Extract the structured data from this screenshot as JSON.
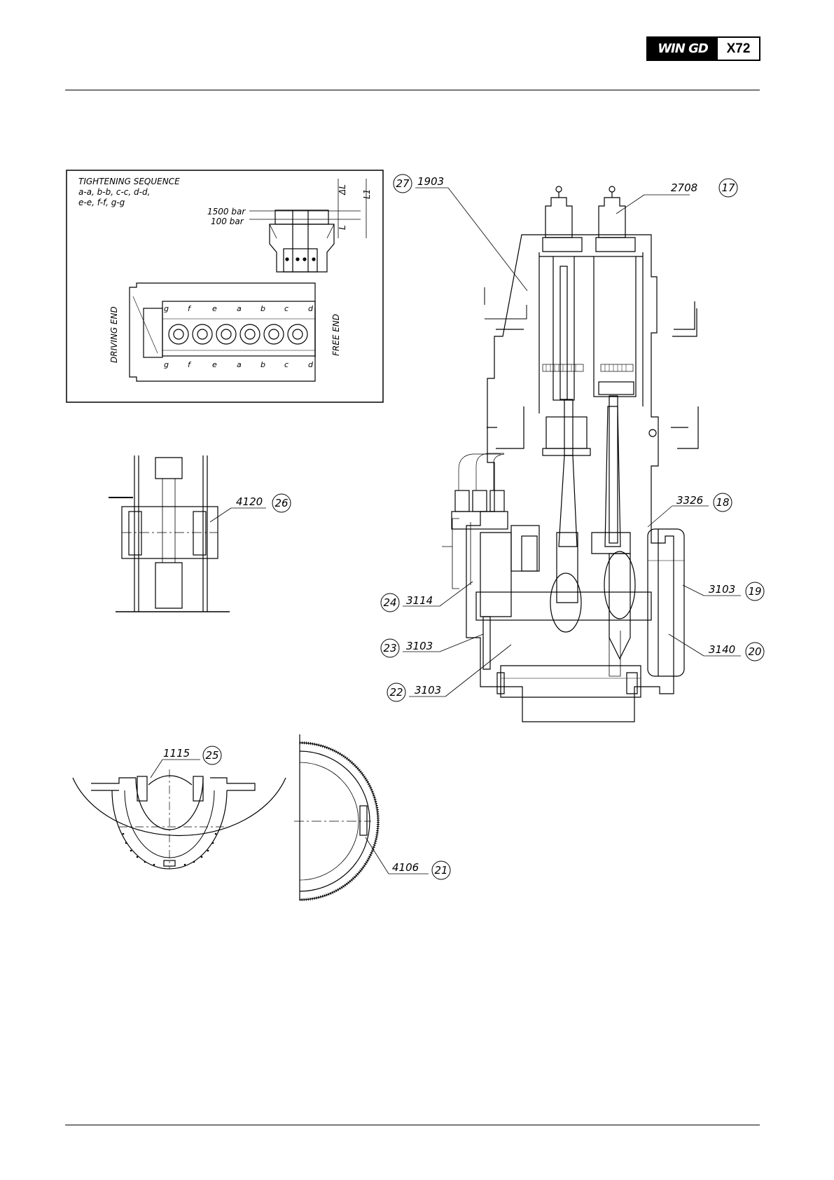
{
  "header": {
    "brand": "WIN GD",
    "model": "X72"
  },
  "inset": {
    "tightening_title": "TIGHTENING SEQUENCE",
    "tightening_line1": "a-a, b-b, c-c, d-d,",
    "tightening_line2": "e-e, f-f, g-g",
    "pressure_high": "1500 bar",
    "pressure_low": "100 bar",
    "dim_delta_l": "ΔL",
    "dim_l1": "L1",
    "dim_l": "L",
    "driving_end": "DRIVING END",
    "free_end": "FREE END",
    "bolt_letters_top": [
      "g",
      "f",
      "e",
      "a",
      "b",
      "c",
      "d"
    ],
    "bolt_letters_bottom": [
      "g",
      "f",
      "e",
      "a",
      "b",
      "c",
      "d"
    ]
  },
  "callouts": [
    {
      "id": "c27",
      "circle": "27",
      "part": "1903"
    },
    {
      "id": "c17",
      "circle": "17",
      "part": "2708"
    },
    {
      "id": "c26",
      "circle": "26",
      "part": "4120"
    },
    {
      "id": "c18",
      "circle": "18",
      "part": "3326"
    },
    {
      "id": "c19",
      "circle": "19",
      "part": "3103"
    },
    {
      "id": "c24",
      "circle": "24",
      "part": "3114"
    },
    {
      "id": "c23",
      "circle": "23",
      "part": "3103"
    },
    {
      "id": "c20",
      "circle": "20",
      "part": "3140"
    },
    {
      "id": "c22",
      "circle": "22",
      "part": "3103"
    },
    {
      "id": "c25",
      "circle": "25",
      "part": "1115"
    },
    {
      "id": "c21",
      "circle": "21",
      "part": "4106"
    }
  ]
}
